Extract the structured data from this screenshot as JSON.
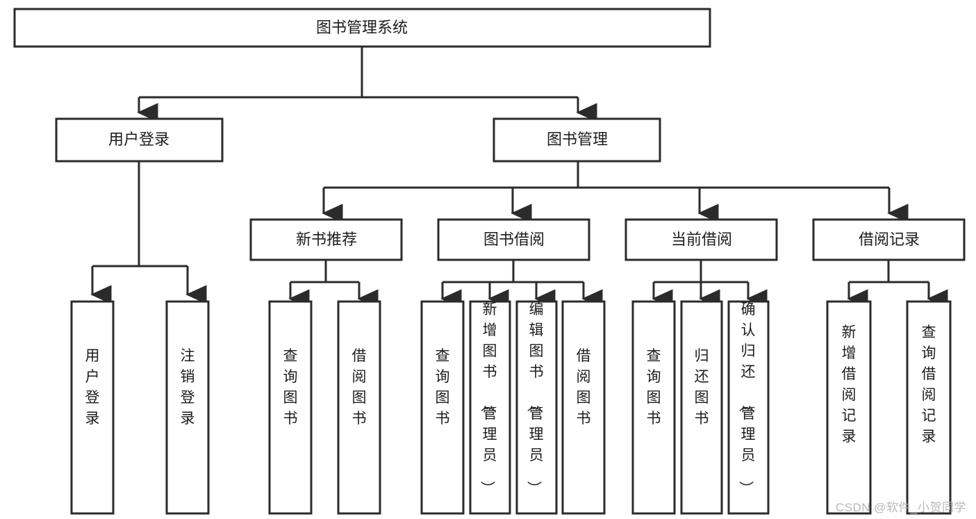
{
  "diagram": {
    "title": "图书管理系统",
    "type": "tree",
    "watermark": "CSDN @软件_小贺同学",
    "colors": {
      "stroke": "#2b2b2b",
      "fill": "#ffffff",
      "text": "#1c1c1c",
      "watermark": "#b8b8b8"
    },
    "levels": {
      "root": "图书管理系统",
      "level2": [
        "用户登录",
        "图书管理"
      ],
      "level3": [
        "新书推荐",
        "图书借阅",
        "当前借阅",
        "借阅记录"
      ]
    },
    "nodes": {
      "root": {
        "label": "图书管理系统"
      },
      "user_login": {
        "label": "用户登录"
      },
      "book_manage": {
        "label": "图书管理"
      },
      "new_book_rec": {
        "label": "新书推荐"
      },
      "book_borrow": {
        "label": "图书借阅"
      },
      "current_borrow": {
        "label": "当前借阅"
      },
      "borrow_record": {
        "label": "借阅记录"
      },
      "leaf_user_login": {
        "label": "用户登录"
      },
      "leaf_logout": {
        "label": "注销登录"
      },
      "leaf_query_book_a": {
        "label": "查询图书"
      },
      "leaf_borrow_book_a": {
        "label": "借阅图书"
      },
      "leaf_query_book_b": {
        "label": "查询图书"
      },
      "leaf_add_book": {
        "label": "新增图书（管理员）"
      },
      "leaf_edit_book": {
        "label": "编辑图书（管理员）"
      },
      "leaf_borrow_book_b": {
        "label": "借阅图书"
      },
      "leaf_query_book_c": {
        "label": "查询图书"
      },
      "leaf_return_book": {
        "label": "归还图书"
      },
      "leaf_confirm_return": {
        "label": "确认归还（管理员）"
      },
      "leaf_add_record": {
        "label": "新增借阅记录"
      },
      "leaf_query_record": {
        "label": "查询借阅记录"
      }
    },
    "edges": [
      {
        "from": "root",
        "to": "user_login"
      },
      {
        "from": "root",
        "to": "book_manage"
      },
      {
        "from": "user_login",
        "to": "leaf_user_login"
      },
      {
        "from": "user_login",
        "to": "leaf_logout"
      },
      {
        "from": "book_manage",
        "to": "new_book_rec"
      },
      {
        "from": "book_manage",
        "to": "book_borrow"
      },
      {
        "from": "book_manage",
        "to": "current_borrow"
      },
      {
        "from": "book_manage",
        "to": "borrow_record"
      },
      {
        "from": "new_book_rec",
        "to": "leaf_query_book_a"
      },
      {
        "from": "new_book_rec",
        "to": "leaf_borrow_book_a"
      },
      {
        "from": "book_borrow",
        "to": "leaf_query_book_b"
      },
      {
        "from": "book_borrow",
        "to": "leaf_add_book"
      },
      {
        "from": "book_borrow",
        "to": "leaf_edit_book"
      },
      {
        "from": "book_borrow",
        "to": "leaf_borrow_book_b"
      },
      {
        "from": "current_borrow",
        "to": "leaf_query_book_c"
      },
      {
        "from": "current_borrow",
        "to": "leaf_return_book"
      },
      {
        "from": "current_borrow",
        "to": "leaf_confirm_return"
      },
      {
        "from": "borrow_record",
        "to": "leaf_add_record"
      },
      {
        "from": "borrow_record",
        "to": "leaf_query_record"
      }
    ]
  }
}
